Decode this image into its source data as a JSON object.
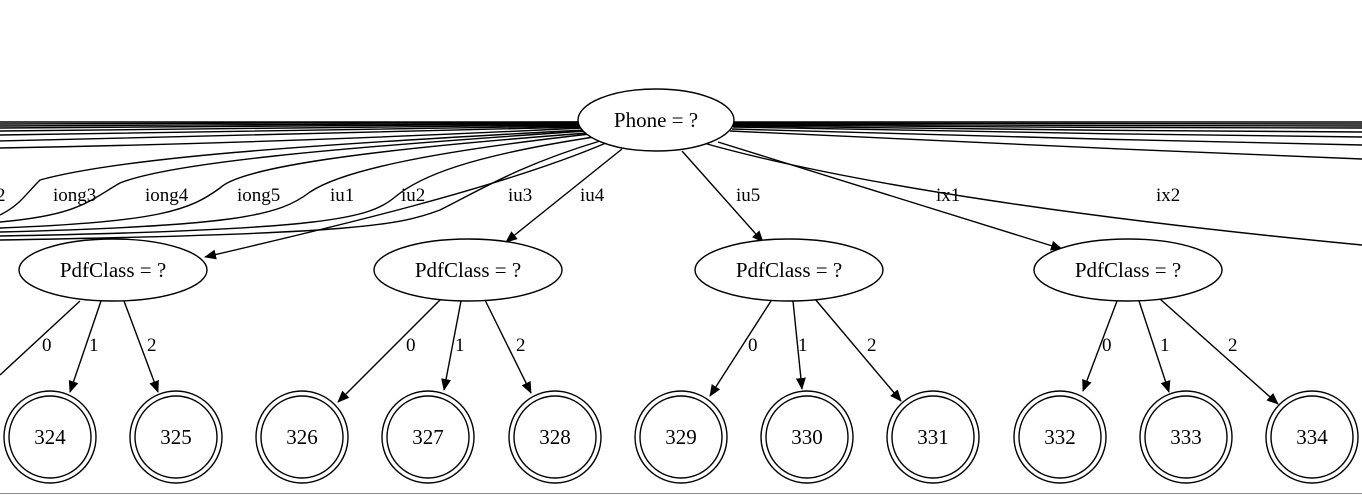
{
  "root": {
    "label": "Phone = ?"
  },
  "phone_edge_labels": [
    "2",
    "iong3",
    "iong4",
    "iong5",
    "iu1",
    "iu2",
    "iu3",
    "iu4",
    "iu5",
    "ix1",
    "ix2"
  ],
  "pdf_nodes": [
    {
      "label": "PdfClass = ?",
      "leaves": [
        "324",
        "325"
      ],
      "edge_labels": [
        "0",
        "1",
        "2"
      ]
    },
    {
      "label": "PdfClass = ?",
      "leaves": [
        "326",
        "327",
        "328"
      ],
      "edge_labels": [
        "0",
        "1",
        "2"
      ]
    },
    {
      "label": "PdfClass = ?",
      "leaves": [
        "329",
        "330",
        "331"
      ],
      "edge_labels": [
        "0",
        "1",
        "2"
      ]
    },
    {
      "label": "PdfClass = ?",
      "leaves": [
        "332",
        "333",
        "334"
      ],
      "edge_labels": [
        "0",
        "1",
        "2"
      ]
    }
  ]
}
